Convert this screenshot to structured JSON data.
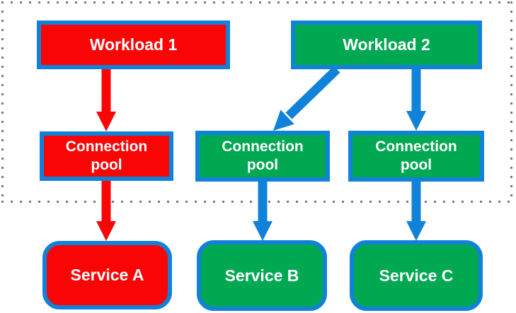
{
  "diagram": {
    "type": "architecture-flow-diagram",
    "colors": {
      "red": "#fa0505",
      "green": "#00a852",
      "blue": "#1182d9",
      "dot": "#7a7a7a",
      "text": "#ffffff",
      "background": "#ffffff"
    },
    "boundary": {
      "style": "dotted-rectangle",
      "encloses": [
        "workload-1",
        "workload-2",
        "connection-pool-a",
        "connection-pool-b",
        "connection-pool-c"
      ]
    },
    "nodes": [
      {
        "id": "workload-1",
        "label": "Workload 1",
        "color": "red",
        "shape": "rectangle"
      },
      {
        "id": "workload-2",
        "label": "Workload 2",
        "color": "green",
        "shape": "rectangle"
      },
      {
        "id": "connection-pool-a",
        "label": "Connection pool",
        "color": "red",
        "shape": "rectangle"
      },
      {
        "id": "connection-pool-b",
        "label": "Connection pool",
        "color": "green",
        "shape": "rectangle"
      },
      {
        "id": "connection-pool-c",
        "label": "Connection pool",
        "color": "green",
        "shape": "rectangle"
      },
      {
        "id": "service-a",
        "label": "Service A",
        "color": "red",
        "shape": "rounded-rectangle"
      },
      {
        "id": "service-b",
        "label": "Service B",
        "color": "green",
        "shape": "rounded-rectangle"
      },
      {
        "id": "service-c",
        "label": "Service C",
        "color": "green",
        "shape": "rounded-rectangle"
      }
    ],
    "edges": [
      {
        "from": "workload-1",
        "to": "connection-pool-a",
        "color": "red"
      },
      {
        "from": "workload-2",
        "to": "connection-pool-b",
        "color": "blue"
      },
      {
        "from": "workload-2",
        "to": "connection-pool-c",
        "color": "blue"
      },
      {
        "from": "connection-pool-a",
        "to": "service-a",
        "color": "red"
      },
      {
        "from": "connection-pool-b",
        "to": "service-b",
        "color": "blue"
      },
      {
        "from": "connection-pool-c",
        "to": "service-c",
        "color": "blue"
      }
    ]
  }
}
